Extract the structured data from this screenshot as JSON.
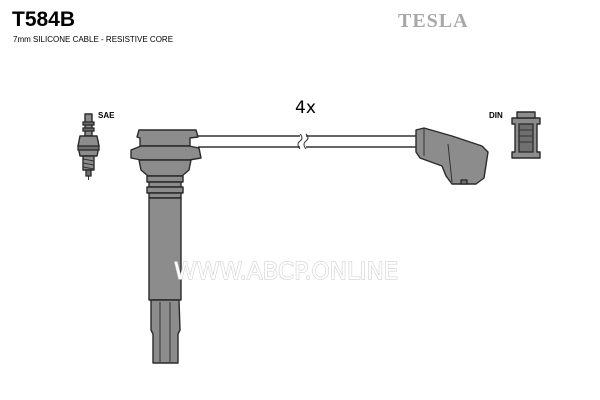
{
  "header": {
    "part_number": "T584B",
    "cable_description": "7mm SILICONE CABLE - RESISTIVE CORE",
    "brand": "TESLA"
  },
  "diagram": {
    "spark_plug_terminal_label": "SAE",
    "distributor_terminal_label": "DIN",
    "quantity_label": "4x"
  },
  "watermark": {
    "text": "WWW.ABCP.ONLINE"
  },
  "colors": {
    "part_fill": "#8c8c8c",
    "outline": "#2a2a2a",
    "brand_gray": "#a8a8a8",
    "watermark_outline": "#d0d0d0"
  }
}
